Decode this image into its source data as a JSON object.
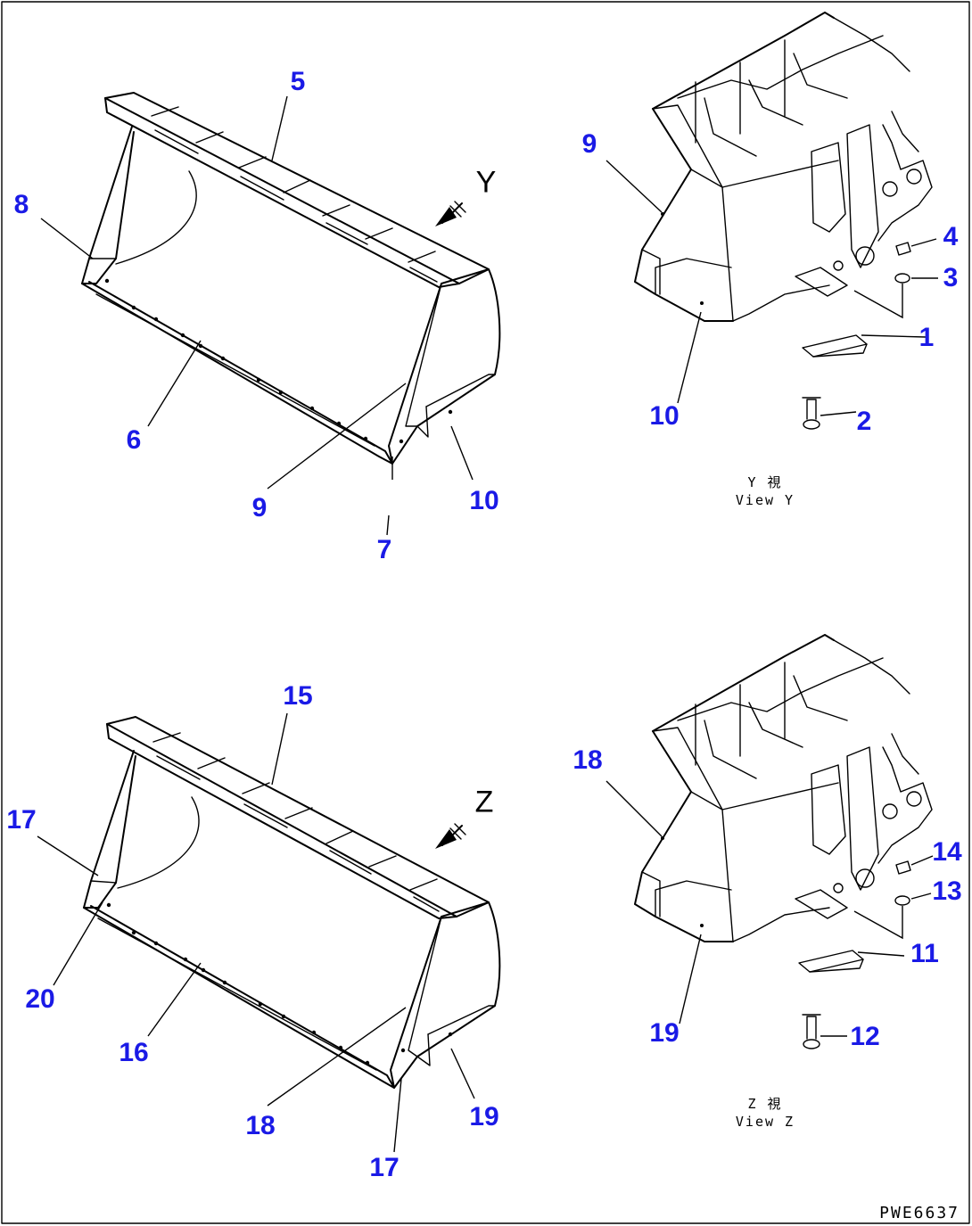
{
  "document_id": "PWE6637",
  "views": {
    "y_caption_jp": "Y 視",
    "y_caption_en": "View Y",
    "z_caption_jp": "Z 視",
    "z_caption_en": "View Z",
    "y_arrow_letter": "Y",
    "z_arrow_letter": "Z"
  },
  "callouts": {
    "c1": "1",
    "c2": "2",
    "c3": "3",
    "c4": "4",
    "c5": "5",
    "c6": "6",
    "c7": "7",
    "c8": "8",
    "c9a": "9",
    "c9b": "9",
    "c10a": "10",
    "c10b": "10",
    "c11": "11",
    "c12": "12",
    "c13": "13",
    "c14": "14",
    "c15": "15",
    "c16": "16",
    "c17a": "17",
    "c17b": "17",
    "c18a": "18",
    "c18b": "18",
    "c19a": "19",
    "c19b": "19",
    "c20": "20"
  },
  "colors": {
    "callout": "#1a1ae6",
    "line": "#000000",
    "background": "#ffffff"
  }
}
